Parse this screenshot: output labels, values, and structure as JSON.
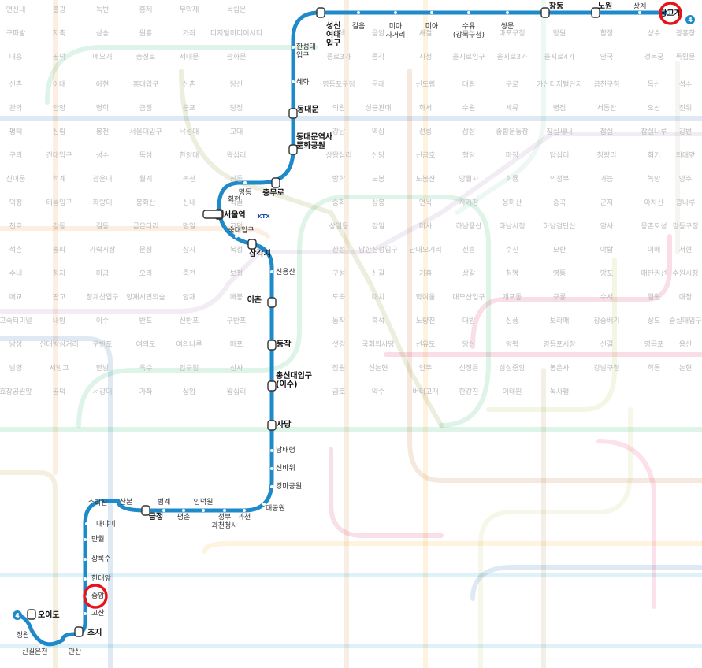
{
  "line": {
    "number": "4",
    "color": "#1e8ac9"
  },
  "highlight_color": "#e8121b",
  "stations": {
    "danggogae": "당고개",
    "sanggye": "상계",
    "nowon": "노원",
    "changdong": "창동",
    "ssangmun": "쌍문",
    "suyu": "수유",
    "suyu_sub": "(강북구청)",
    "mia": "미아",
    "miasageori_1": "미아",
    "miasageori_2": "사거리",
    "gireum": "길음",
    "sungshin_1": "성신",
    "sungshin_2": "여대",
    "sungshin_3": "입구",
    "hansung_1": "한성대",
    "hansung_2": "입구",
    "hyehwa": "혜화",
    "dongdaemun": "동대문",
    "ddp_1": "동대문역사",
    "ddp_2": "문화공원",
    "chungmuro": "충무로",
    "myeongdong": "명동",
    "hoehyeon": "회현",
    "seoul_station": "서울역",
    "sookmyung": "숙대입구",
    "samgakji": "삼각지",
    "sinyongsan": "신용산",
    "ichon": "이촌",
    "dongjak": "동작",
    "chongshin_1": "총신대입구",
    "chongshin_2": "(이수)",
    "sadang": "사당",
    "namtaeryeong": "남태령",
    "seonbawi": "선바위",
    "gyeongmagongwon": "경마공원",
    "daegongwon": "대공원",
    "gwacheon": "과천",
    "jeongbu_1": "정부",
    "jeongbu_2": "과천청사",
    "indeogwon": "인덕원",
    "pyeongchon": "평촌",
    "beomgye": "범계",
    "geumjeong": "금정",
    "sanbon": "산본",
    "surisan": "수리산",
    "daeyami": "대야미",
    "banwol": "반월",
    "sangnoksu": "상록수",
    "handaeap": "한대앞",
    "jungang": "중앙",
    "gojan": "고잔",
    "choji": "초지",
    "ansan": "안산",
    "singiloncheon": "신길온천",
    "jeongwang": "정왕",
    "oido": "오이도"
  },
  "ktx_label": "KTX",
  "background_labels": [
    "연신내",
    "불광",
    "녹번",
    "홍제",
    "무악재",
    "독립문",
    "구파발",
    "지축",
    "삼송",
    "원흥",
    "가좌",
    "디지털미디어시티",
    "수색",
    "응암",
    "새절",
    "증산",
    "마포구청",
    "망원",
    "합정",
    "상수",
    "광흥창",
    "대흥",
    "공덕",
    "애오개",
    "충정로",
    "서대문",
    "광화문",
    "종로3가",
    "종각",
    "시청",
    "을지로입구",
    "을지로3가",
    "을지로4가",
    "안국",
    "경복궁",
    "독립문",
    "신촌",
    "이대",
    "아현",
    "홍대입구",
    "신촌",
    "당산",
    "영등포구청",
    "문래",
    "신도림",
    "대림",
    "구로",
    "가산디지털단지",
    "금천구청",
    "독산",
    "석수",
    "관악",
    "안양",
    "명학",
    "금정",
    "군포",
    "당정",
    "의왕",
    "성균관대",
    "화서",
    "수원",
    "세류",
    "병점",
    "서동탄",
    "오산",
    "진위",
    "평택",
    "신림",
    "봉천",
    "서울대입구",
    "낙성대",
    "교대",
    "강남",
    "역삼",
    "선릉",
    "삼성",
    "종합운동장",
    "잠실새내",
    "잠실",
    "잠실나루",
    "강변",
    "구의",
    "건대입구",
    "성수",
    "뚝섬",
    "한양대",
    "왕십리",
    "상왕십리",
    "신당",
    "신금호",
    "행당",
    "마장",
    "답십리",
    "청량리",
    "회기",
    "외대앞",
    "신이문",
    "석계",
    "광운대",
    "월계",
    "녹천",
    "창동",
    "방학",
    "도봉",
    "도봉산",
    "망월사",
    "회룡",
    "의정부",
    "가능",
    "녹양",
    "양주",
    "덕정",
    "태릉입구",
    "화랑대",
    "봉화산",
    "신내",
    "먹골",
    "중화",
    "상봉",
    "면목",
    "사가정",
    "용마산",
    "중곡",
    "군자",
    "아차산",
    "광나루",
    "천호",
    "강동",
    "길동",
    "굽은다리",
    "명일",
    "고덕",
    "상일동",
    "강일",
    "미사",
    "하남풍산",
    "하남시청",
    "하남검단산",
    "암사",
    "몽촌토성",
    "강동구청",
    "석촌",
    "송파",
    "가락시장",
    "문정",
    "장지",
    "복정",
    "산성",
    "남한산성입구",
    "단대오거리",
    "신흥",
    "수진",
    "모란",
    "야탑",
    "이매",
    "서현",
    "수내",
    "정자",
    "미금",
    "오리",
    "죽전",
    "보정",
    "구성",
    "신갈",
    "기흥",
    "상갈",
    "청명",
    "영통",
    "망포",
    "매탄권선",
    "수원시청",
    "매교",
    "판교",
    "청계산입구",
    "양재시민의숲",
    "양재",
    "매봉",
    "도곡",
    "대치",
    "학여울",
    "대모산입구",
    "개포동",
    "구룡",
    "수서",
    "일원",
    "대청",
    "고속터미널",
    "내방",
    "이수",
    "반포",
    "신반포",
    "구반포",
    "동작",
    "흑석",
    "노량진",
    "대방",
    "신풍",
    "보라매",
    "장승배기",
    "상도",
    "숭실대입구",
    "남성",
    "신대방삼거리",
    "구반포",
    "여의도",
    "여의나루",
    "마포",
    "샛강",
    "국회의사당",
    "선유도",
    "당산",
    "양평",
    "영등포시장",
    "신길",
    "영등포",
    "용산",
    "남영",
    "서빙고",
    "한남",
    "옥수",
    "압구정",
    "신사",
    "잠원",
    "신논현",
    "언주",
    "선정릉",
    "삼성중앙",
    "봉은사",
    "강남구청",
    "학동",
    "논현",
    "효창공원앞",
    "공덕",
    "서강대",
    "가좌",
    "상암",
    "왕십리",
    "금호",
    "약수",
    "버티고개",
    "한강진",
    "이태원",
    "녹사평"
  ],
  "badges": {
    "top_right": "4",
    "bottom_left": "4"
  }
}
